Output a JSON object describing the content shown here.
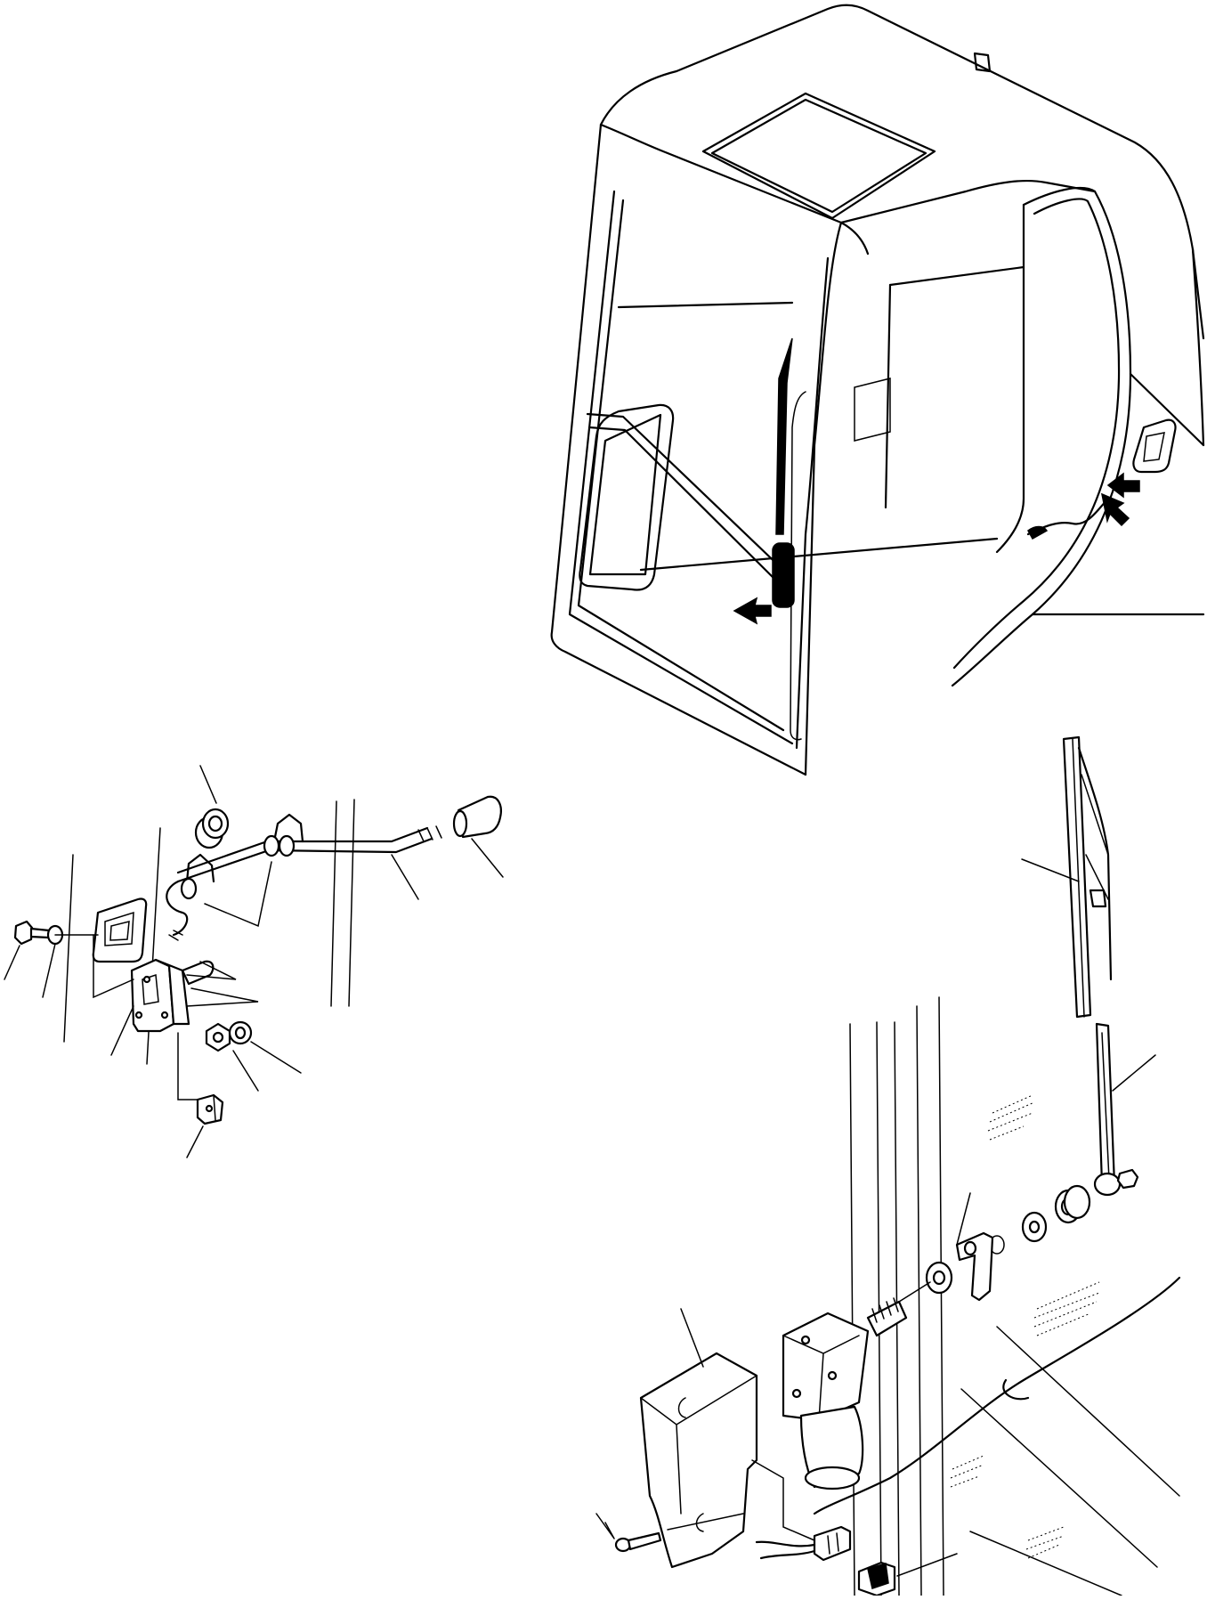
{
  "figure": {
    "callout_labels": []
  },
  "parts": [
    {
      "id": "cab",
      "icon": "operator-cab"
    },
    {
      "id": "front-wiper",
      "icon": "wiper-blade"
    },
    {
      "id": "door-latch",
      "icon": "door-latch"
    },
    {
      "id": "wiper-motor",
      "icon": "wiper-motor"
    },
    {
      "id": "motor-cover",
      "icon": "motor-cover"
    },
    {
      "id": "switch",
      "icon": "rocker-switch"
    }
  ],
  "colors": {
    "line": "#000000",
    "background": "#ffffff"
  }
}
